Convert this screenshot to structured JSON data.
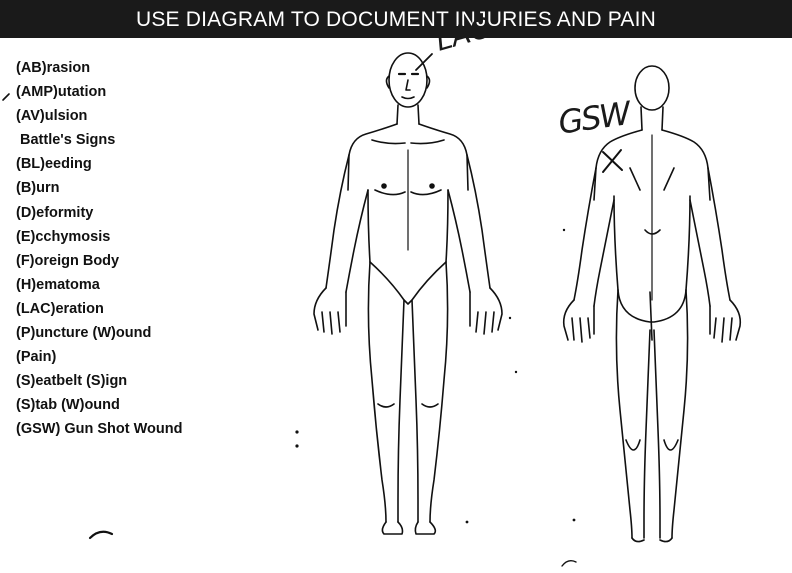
{
  "header": {
    "title": "USE DIAGRAM TO DOCUMENT INJURIES AND PAIN"
  },
  "legend": {
    "items": [
      "(AB)rasion",
      "(AMP)utation",
      "(AV)ulsion",
      "Battle's Signs",
      "(BL)eeding",
      "(B)urn",
      "(D)eformity",
      "(E)cchymosis",
      "(F)oreign Body",
      "(H)ematoma",
      "(LAC)eration",
      "(P)uncture (W)ound",
      "(Pain)",
      "(S)eatbelt (S)ign",
      "(S)tab (W)ound",
      "(GSW) Gun Shot Wound"
    ]
  },
  "annotations": {
    "front_head": "LAC",
    "back_shoulder": "GSW",
    "back_shoulder_mark": "X"
  },
  "colors": {
    "header_bg": "#1a1a1a",
    "header_text": "#ffffff",
    "ink": "#111111"
  }
}
